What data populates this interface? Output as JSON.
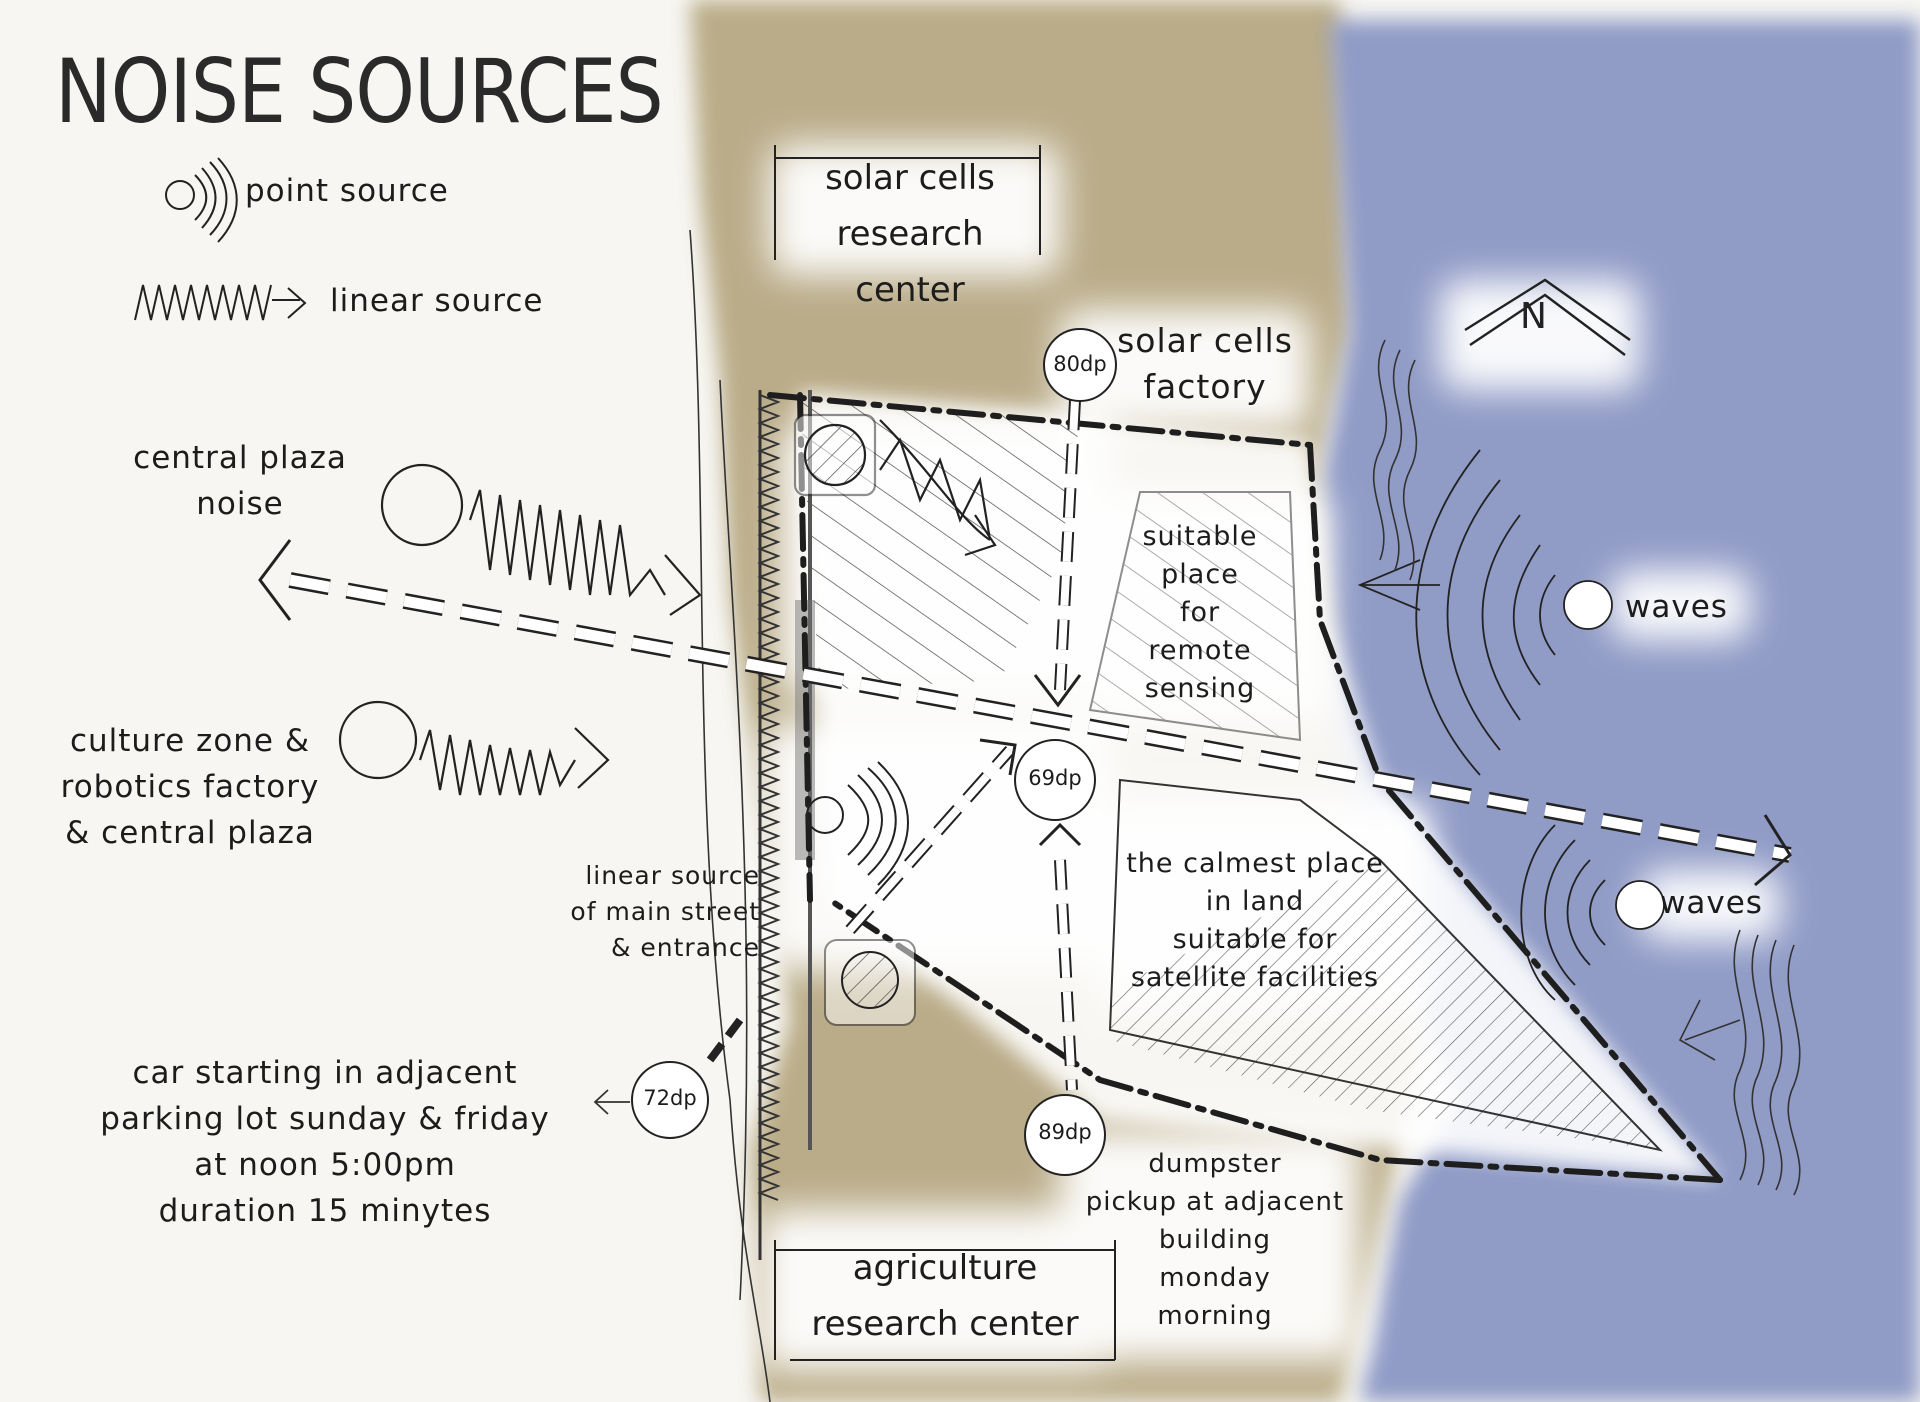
{
  "title": "NOISE SOURCES",
  "legend": {
    "point_source": "point source",
    "linear_source": "linear source"
  },
  "labels": {
    "central_plaza_noise": "central plaza\nnoise",
    "culture_zone": "culture zone &\nrobotics factory\n& central plaza",
    "linear_main_street": "linear source\nof main street\n& entrance",
    "car_starting": "car starting in adjacent\nparking lot sunday & friday\nat noon 5:00pm\nduration 15 minytes",
    "solar_cells_factory": "solar cells\nfactory",
    "remote_sensing": "suitable\nplace\nfor\nremote\nsensing",
    "calmest_place": "the calmest place\nin land\nsuitable for\nsatellite facilities",
    "waves_top": "waves",
    "waves_bottom": "waves",
    "dumpster": "dumpster\npickup at adjacent\nbuilding\nmonday\nmorning"
  },
  "boxes": {
    "solar_research": "solar cells\nresearch center",
    "agriculture_research": "agriculture\nresearch center"
  },
  "decibels": {
    "solar_factory": "80dp",
    "center": "69dp",
    "parking": "72dp",
    "dumpster": "89dp"
  },
  "north": "N",
  "colors": {
    "land": "#b0a077",
    "sea": "#8592c2",
    "ink": "#1c1c1c",
    "paper": "#f7f6f2"
  }
}
